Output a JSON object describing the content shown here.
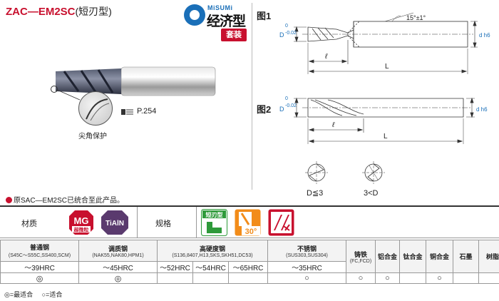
{
  "header": {
    "title": "ZAC—EM2SC",
    "subtitle": "(短刃型)"
  },
  "logo": {
    "brand": "MiSUMi",
    "tagline": "经济型",
    "badge": "套装",
    "brand_color": "#1a6fb8",
    "accent_color": "#c8102e"
  },
  "product": {
    "detail_caption": "尖角保护",
    "ref_page": "P.254"
  },
  "figures": {
    "fig1": {
      "label": "图1",
      "angle": "15°±1°",
      "d_label": "D",
      "d_tol_top": "0",
      "d_tol_bottom": "-0.02",
      "shank": "d h6",
      "flute_len": "ℓ",
      "total_len": "L"
    },
    "fig2": {
      "label": "图2",
      "d_label": "D",
      "d_tol_top": "0",
      "d_tol_bottom": "-0.02",
      "shank": "d h6",
      "flute_len": "ℓ",
      "total_len": "L"
    },
    "cross_sections": [
      {
        "caption": "D≦3"
      },
      {
        "caption": "3<D"
      }
    ]
  },
  "note": "原SAC—EM2SC已统合至此产品。",
  "icon_row": {
    "material_label": "材质",
    "spec_label": "规格",
    "mg_text": "MG",
    "mg_sub": "超微粒",
    "tialn_text": "TiAlN",
    "short_flute_text": "短刃型",
    "helix_text": "30°",
    "type_icon": "two-flute-icon"
  },
  "table": {
    "columns": [
      {
        "name": "普通钢",
        "sub": "(S45C〜S55C,SS400,SCM)"
      },
      {
        "name": "调质钢",
        "sub": "(NAK55,NAK80,HPM1)"
      },
      {
        "name": "高硬度钢",
        "sub": "(S136,8407,H13,SKS,SKH51,DC53)"
      },
      {
        "name": "不锈钢",
        "sub": "(SUS303,SUS304)"
      },
      {
        "name": "铸铁",
        "sub": "(FC,FCD)"
      },
      {
        "name": "铝合金",
        "sub": ""
      },
      {
        "name": "钛合金",
        "sub": ""
      },
      {
        "name": "铜合金",
        "sub": ""
      },
      {
        "name": "石墨",
        "sub": ""
      },
      {
        "name": "树脂",
        "sub": ""
      }
    ],
    "hardness": [
      "〜39HRC",
      "〜45HRC",
      "〜52HRC",
      "〜54HRC",
      "〜65HRC",
      "〜35HRC"
    ],
    "suitability": [
      "◎",
      "◎",
      "",
      "",
      "",
      "○",
      "○",
      "○",
      "",
      "○",
      "",
      ""
    ]
  },
  "legend": {
    "best": "◎=最适合",
    "good": "○=适合"
  }
}
